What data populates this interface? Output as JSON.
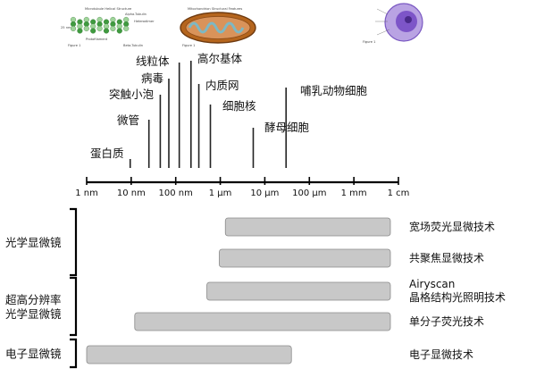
{
  "scale_ticks": [
    {
      "label": "1 nm",
      "nm": 1
    },
    {
      "label": "10 nm",
      "nm": 10
    },
    {
      "label": "100 nm",
      "nm": 100
    },
    {
      "label": "1 µm",
      "nm": 1000
    },
    {
      "label": "10 µm",
      "nm": 10000
    },
    {
      "label": "100 µm",
      "nm": 100000
    },
    {
      "label": "1 mm",
      "nm": 1000000
    },
    {
      "label": "1 cm",
      "nm": 10000000
    }
  ],
  "structures": [
    {
      "id": "protein",
      "label": "蛋白质",
      "nm": 9.5
    },
    {
      "id": "microtubule",
      "label": "微管",
      "nm": 25
    },
    {
      "id": "synaptic-vesicle",
      "label": "突触小泡",
      "nm": 45
    },
    {
      "id": "virus",
      "label": "病毒",
      "nm": 70
    },
    {
      "id": "mitochondria",
      "label": "线粒体",
      "nm": 120
    },
    {
      "id": "golgi",
      "label": "高尔基体",
      "nm": 220
    },
    {
      "id": "er",
      "label": "内质网",
      "nm": 330
    },
    {
      "id": "nucleus",
      "label": "细胞核",
      "nm": 600
    },
    {
      "id": "yeast-cell",
      "label": "酵母细胞",
      "nm": 5500
    },
    {
      "id": "mammalian-cell",
      "label": "哺乳动物细胞",
      "nm": 30000
    }
  ],
  "groups": [
    {
      "id": "optical",
      "label_lines": [
        "光学显微镜"
      ]
    },
    {
      "id": "super-resolution",
      "label_lines": [
        "超高分辨率",
        "光学显微镜"
      ]
    },
    {
      "id": "electron",
      "label_lines": [
        "电子显微镜"
      ]
    }
  ],
  "techniques": [
    {
      "id": "widefield",
      "group": "optical",
      "label_lines": [
        "宽场荧光显微技术"
      ],
      "range_nm": [
        1300,
        10000000
      ]
    },
    {
      "id": "confocal",
      "group": "optical",
      "label_lines": [
        "共聚焦显微技术"
      ],
      "range_nm": [
        950,
        10000000
      ]
    },
    {
      "id": "airyscan-sim",
      "group": "super-resolution",
      "label_lines": [
        "Airyscan",
        "晶格结构光照明技术"
      ],
      "range_nm": [
        500,
        10000000
      ]
    },
    {
      "id": "single-molecule",
      "group": "super-resolution",
      "label_lines": [
        "单分子荧光技术"
      ],
      "range_nm": [
        12,
        10000000
      ]
    },
    {
      "id": "em",
      "group": "electron",
      "label_lines": [
        "电子显微技术"
      ],
      "range_nm": [
        1,
        60000
      ]
    }
  ],
  "figures": [
    {
      "id": "microtubule-figure",
      "title": "Microtubule Helical Structure",
      "labels": [
        "Alpha-Tubulin",
        "Heterodimer",
        "25 nm",
        "Protofilament",
        "Beta-Tubulin",
        "Figure 1"
      ]
    },
    {
      "id": "mitochondria-figure",
      "title": "Mitochondrion Structural Features",
      "labels": [
        "Figure 1"
      ]
    },
    {
      "id": "cell-figure",
      "title": "",
      "labels": [
        "Figure 1"
      ]
    }
  ],
  "colors": {
    "bar_fill": "#c8c8c8",
    "bar_stroke": "#8a8a8a",
    "axis": "#000000",
    "line": "#222222"
  }
}
